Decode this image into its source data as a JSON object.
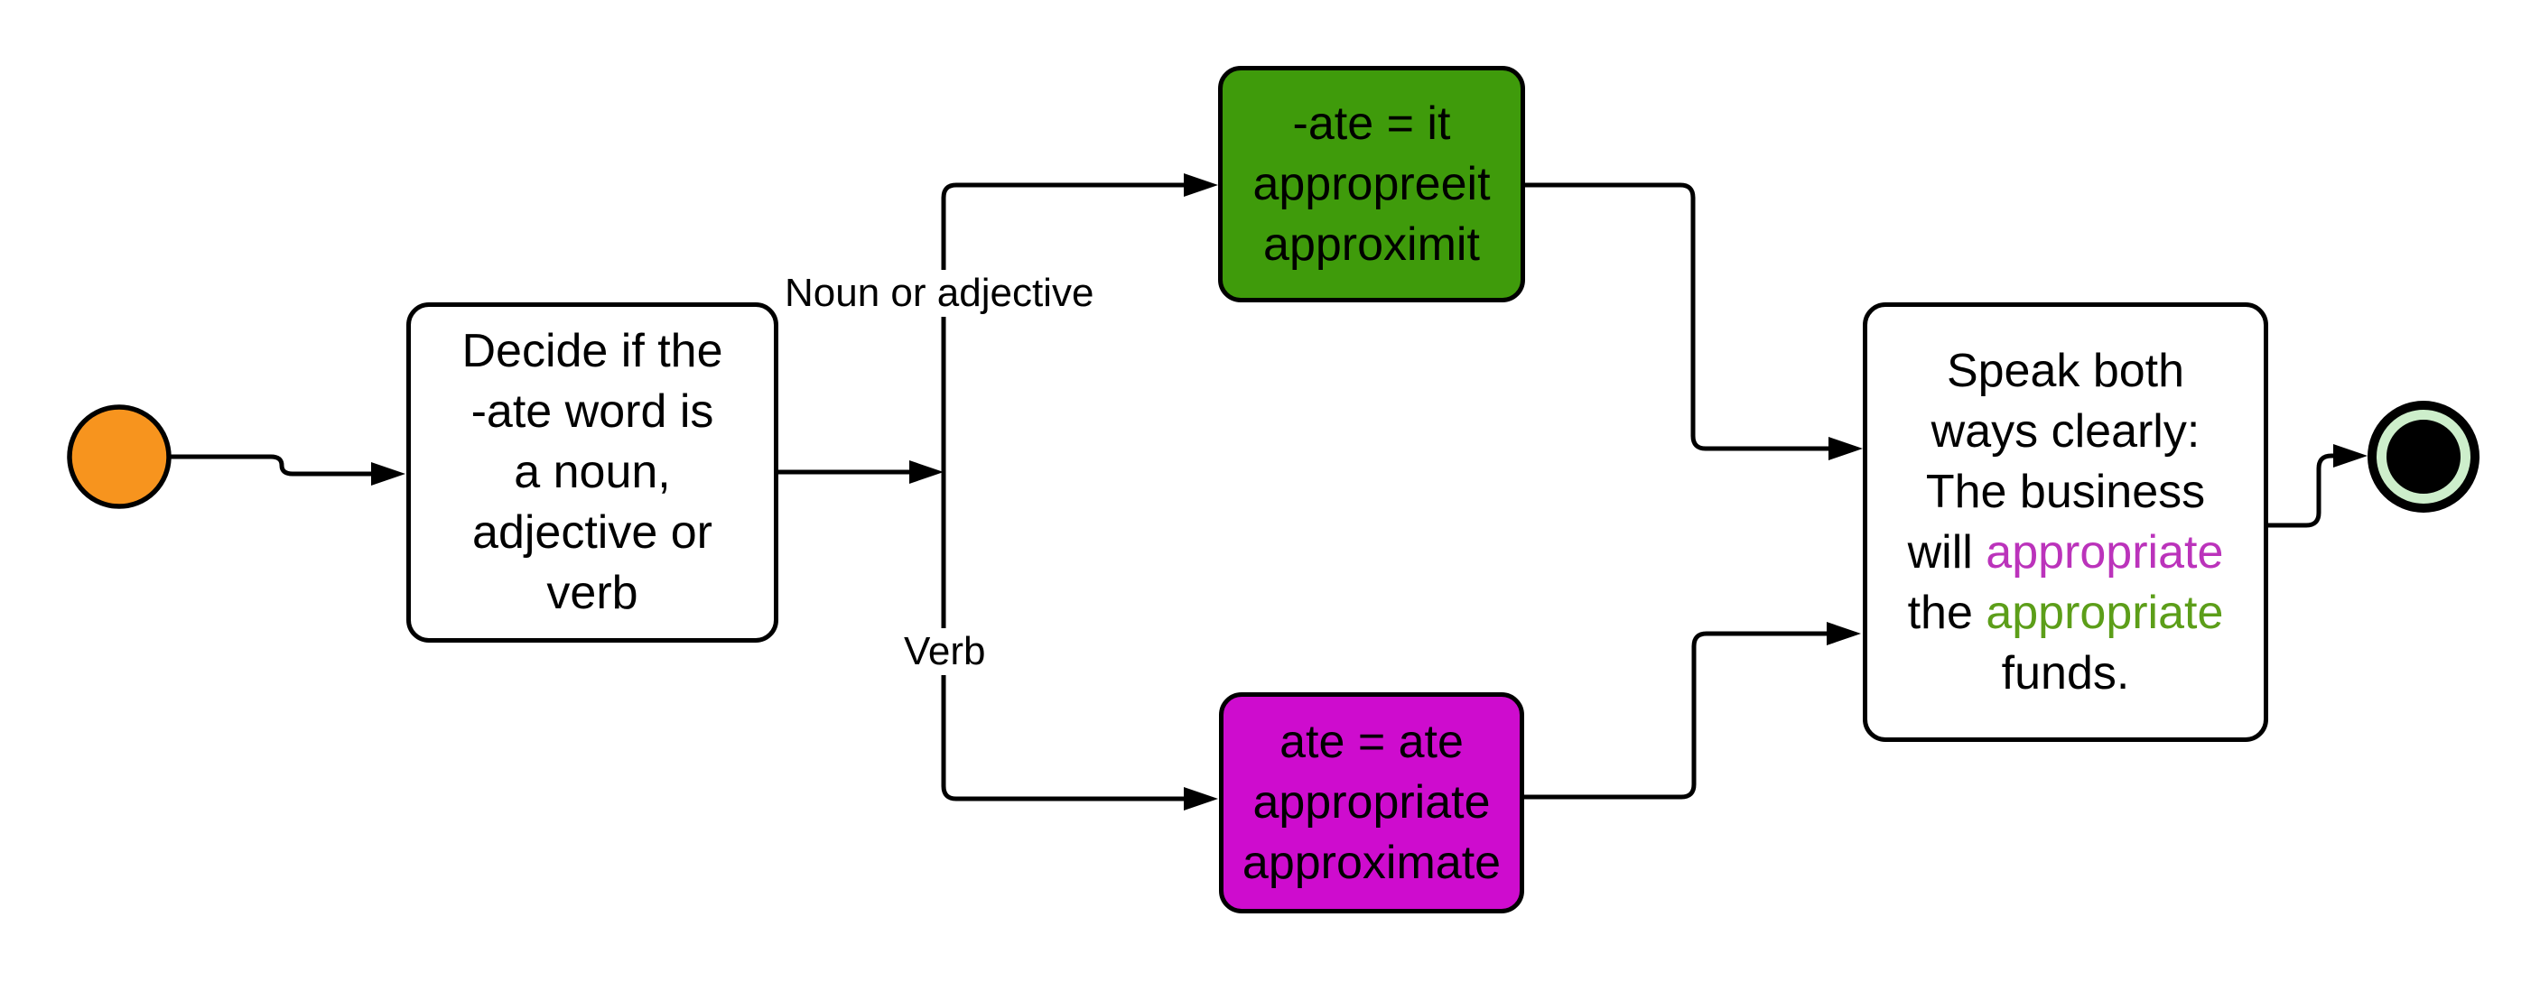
{
  "diagram": {
    "kind": "activity-flowchart",
    "nodes": {
      "decide": {
        "text": "Decide if the\n-ate word is\na noun,\nadjective or\nverb"
      },
      "noun_pronunciation": {
        "text": "-ate = it\nappropreeit\napproximit"
      },
      "verb_pronunciation": {
        "text": "ate = ate\nappropriate\napproximate"
      },
      "speak": {
        "line1": "Speak both",
        "line2": "ways clearly:",
        "line3": "The business",
        "line4_prefix": "will ",
        "line4_highlight": "appropriate",
        "line5_prefix": "the ",
        "line5_highlight": "appropriate",
        "line6": "funds."
      }
    },
    "edge_labels": {
      "noun_or_adjective": "Noun or adjective",
      "verb": "Verb"
    }
  },
  "colors": {
    "background": "#FFFFFF",
    "line": "#000000",
    "text": "#000000",
    "start_fill": "#F7941E",
    "box_fill": "#FFFFFF",
    "noun_box_fill": "#3F9B0B",
    "verb_box_fill": "#CE0CCE",
    "verb_word": "#BB33BB",
    "adjective_word": "#5C9E19",
    "end_fill": "#000000",
    "end_ring": "#CDEECB"
  }
}
